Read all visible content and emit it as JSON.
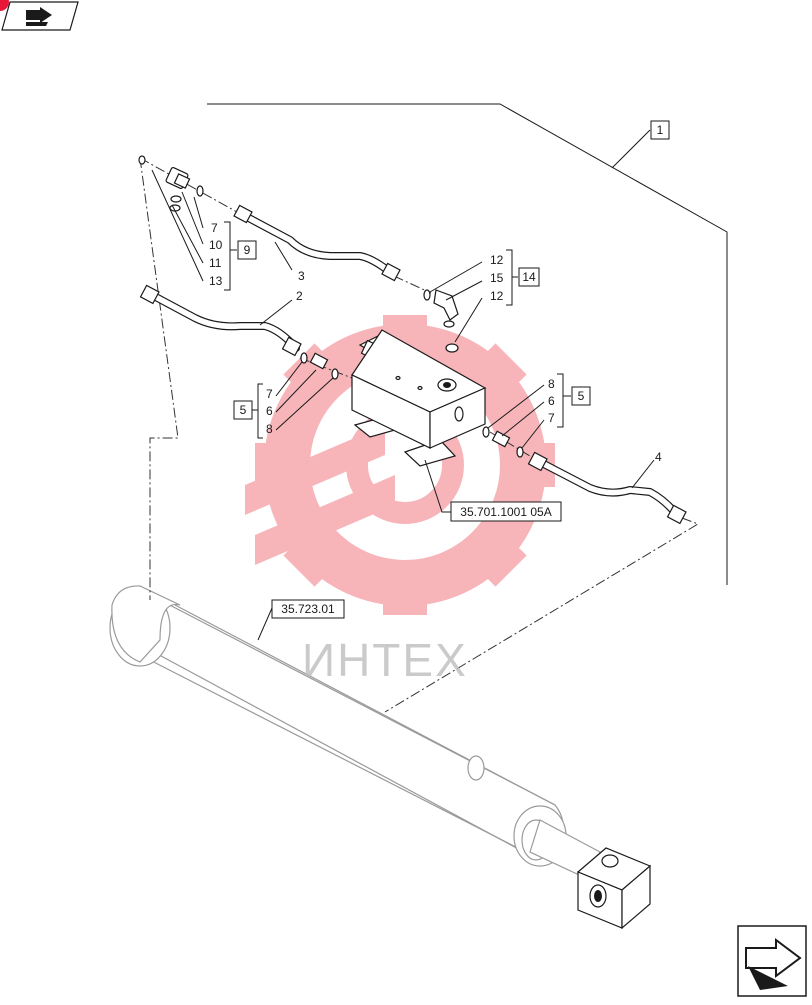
{
  "header": {
    "nav_icon": "back-arrow-icon",
    "corner_marker_color": "#e8173a"
  },
  "group_label": "1",
  "callouts": {
    "c7_top": "7",
    "c10": "10",
    "c11": "11",
    "c13": "13",
    "c9": "9",
    "c3": "3",
    "c2": "2",
    "c12_top": "12",
    "c15": "15",
    "c12_bot": "12",
    "c14": "14",
    "c7_left": "7",
    "c6_left": "6",
    "c8_left": "8",
    "c5_left": "5",
    "c8_right": "8",
    "c6_right": "6",
    "c7_right": "7",
    "c5_right": "5",
    "c4": "4"
  },
  "references": {
    "valve_ref": "35.701.1001 05A",
    "cylinder_ref": "35.723.01"
  },
  "watermark": {
    "text": "ИНТЕХ",
    "gear_color": "#f27a80",
    "text_color": "#bdbdbd"
  },
  "footer": {
    "nav_icon": "next-page-arrow-icon"
  }
}
